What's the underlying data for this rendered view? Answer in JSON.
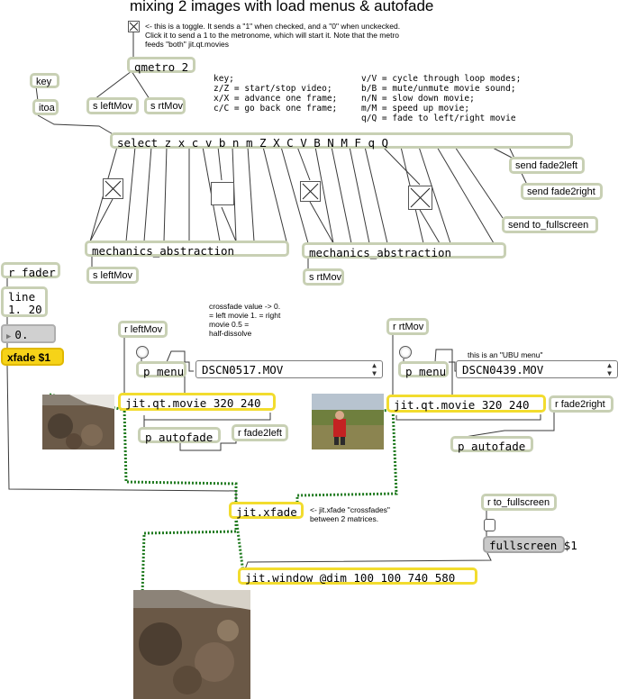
{
  "title": "mixing 2 images with load menus & autofade",
  "comments": {
    "toggle_note": [
      "<- this is a toggle. It sends a \"1\" when checked, and a \"0\" when unckecked.",
      "Click it to send a 1 to the metronome, which will start it. Note that the metro",
      "feeds \"both\" jit.qt.movies"
    ],
    "keys_left": [
      "key;",
      "z/Z = start/stop video;",
      "x/X = advance one frame;",
      "c/C = go back one frame;"
    ],
    "keys_right": [
      "v/V = cycle through loop modes;",
      "b/B = mute/unmute movie sound;",
      "n/N = slow down movie;",
      "m/M = speed up movie;",
      "q/Q = fade to left/right movie"
    ],
    "crossfade_note": [
      "crossfade value -> 0.",
      "= left movie 1. = right",
      "movie 0.5 =",
      "half-dissolve"
    ],
    "ubu_note": "this is an \"UBU menu\"",
    "xfade_note": [
      "<- jit.xfade \"crossfades\"",
      "between 2 matrices."
    ]
  },
  "objects": {
    "qmetro": "qmetro 2",
    "key": "key",
    "itoa": "itoa",
    "s_leftmov_top": "s leftMov",
    "s_rtmov_top": "s rtMov",
    "select": "select z x c v b n m Z X C V B N M F q Q",
    "send_fade2left": "send fade2left",
    "send_fade2right": "send fade2right",
    "send_fullscreen": "send to_fullscreen",
    "mech_left": "mechanics_abstraction",
    "mech_right": "mechanics_abstraction",
    "s_leftmov": "s leftMov",
    "s_rtmov": "s rtMov",
    "r_fader": "r fader",
    "line": [
      "line",
      "1. 20"
    ],
    "r_leftmov": "r leftMov",
    "r_rtmov": "r rtMov",
    "p_menu_left": "p menu",
    "p_menu_right": "p menu",
    "movie_left": "jit.qt.movie 320 240",
    "movie_right": "jit.qt.movie 320 240",
    "p_autofade_left": "p autofade",
    "p_autofade_right": "p autofade",
    "r_fade2left": "r fade2left",
    "r_fade2right": "r fade2right",
    "xfade": "jit.xfade",
    "r_fullscreen": "r to_fullscreen",
    "window": "jit.window @dim 100 100 740 580"
  },
  "messages": {
    "xfade_msg": "xfade $1",
    "fullscreen_msg": "fullscreen $1"
  },
  "number_box": "0.",
  "umenu_left": "DSCN0517.MOV",
  "umenu_right": "DSCN0439.MOV",
  "colors": {
    "object_border": "#c8d0b4",
    "jitter_border": "#f2dc2e",
    "matrix_cord": "#1f7a1f",
    "message_yellow": "#f6d318"
  }
}
